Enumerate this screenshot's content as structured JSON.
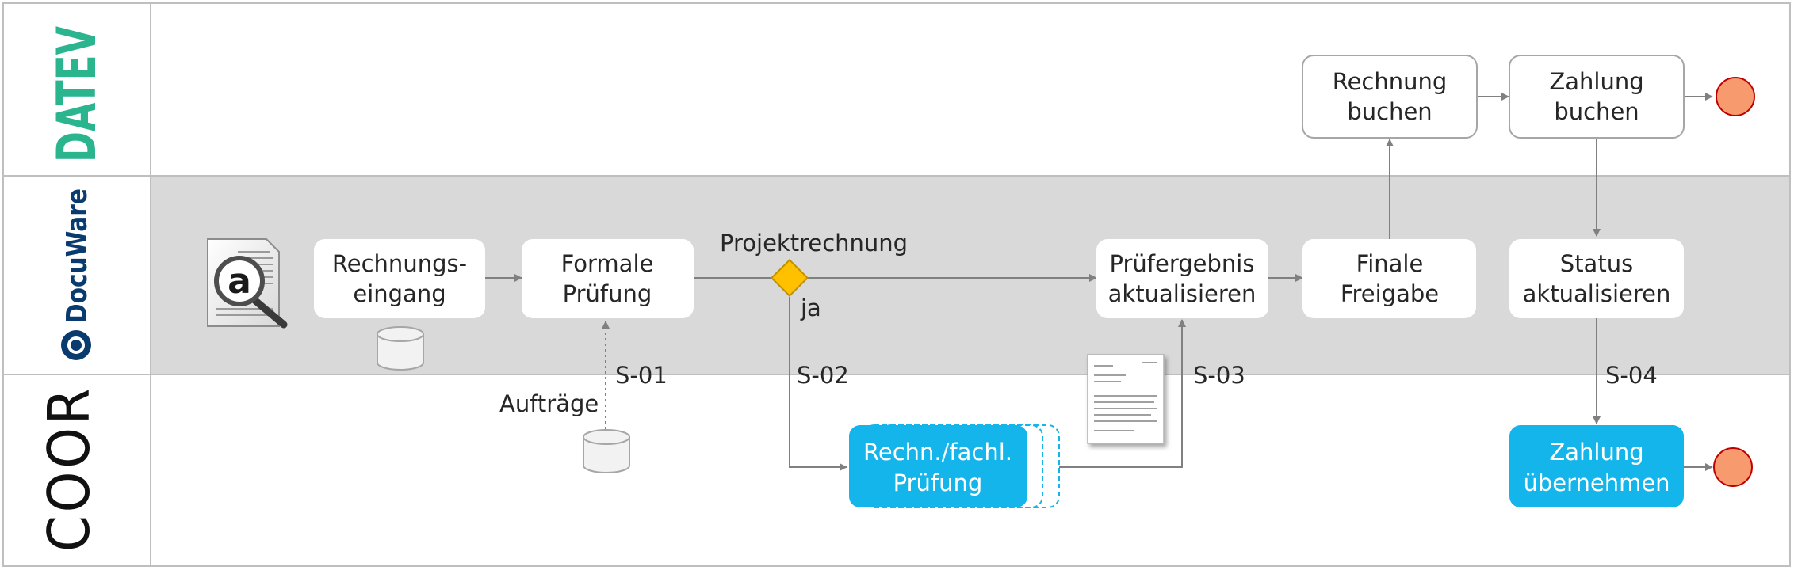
{
  "lanes": [
    {
      "logo": "DATEV",
      "logo_color": "#2bb58f"
    },
    {
      "logo": "DocuWare",
      "logo_color": "#0a3b6f"
    },
    {
      "logo": "COOR",
      "logo_color": "#111111"
    }
  ],
  "tasks": {
    "rechnung_buchen": [
      "Rechnung",
      "buchen"
    ],
    "zahlung_buchen": [
      "Zahlung",
      "buchen"
    ],
    "rechnungseingang": [
      "Rechnungs-",
      "eingang"
    ],
    "formale_pruefung": [
      "Formale",
      "Prüfung"
    ],
    "pruefergebnis": [
      "Prüfergebnis",
      "aktualisieren"
    ],
    "finale_freigabe": [
      "Finale",
      "Freigabe"
    ],
    "status_aktualisieren": [
      "Status",
      "aktualisieren"
    ],
    "rechn_fachl": [
      "Rechn./fachl.",
      "Prüfung"
    ],
    "zahlung_uebernehmen": [
      "Zahlung",
      "übernehmen"
    ]
  },
  "labels": {
    "gateway": "Projektrechnung",
    "ja": "ja",
    "s01": "S-01",
    "s02": "S-02",
    "s03": "S-03",
    "s04": "S-04",
    "auftraege": "Aufträge",
    "doc_icon_letter": "a"
  },
  "colors": {
    "lane_shade": "#d9d9d9",
    "arrow": "#808080",
    "coor_task": "#13b5ea",
    "end_event": "#f79a6e",
    "end_event_stroke": "#c00000",
    "gateway": "#ffc000"
  }
}
